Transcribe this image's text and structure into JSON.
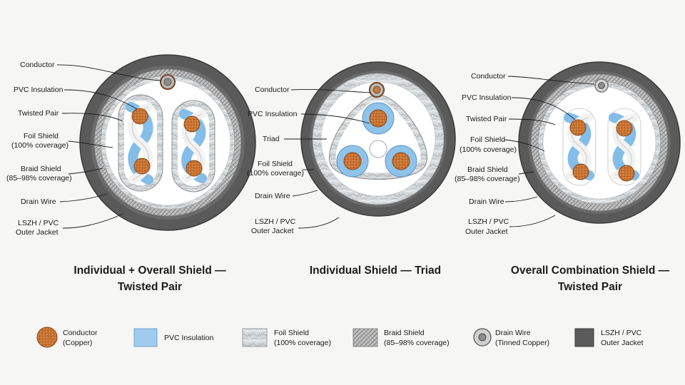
{
  "diagrams": [
    {
      "title_line1": "Individual + Overall Shield —",
      "title_line2": "Twisted Pair",
      "labels": {
        "conductor": "Conductor",
        "insulation": "PVC Insulation",
        "twisted_pair": "Twisted Pair",
        "foil_1": "Foil Shield",
        "foil_2": "(100% coverage)",
        "braid_1": "Braid Shield",
        "braid_2": "(85–98% coverage)",
        "drain": "Drain Wire",
        "jacket_1": "LSZH / PVC",
        "jacket_2": "Outer Jacket"
      }
    },
    {
      "title_line1": "Individual Shield — Triad",
      "labels": {
        "conductor": "Conductor",
        "insulation": "PVC Insulation",
        "triad": "Triad",
        "foil_1": "Foil Shield",
        "foil_2": "(100% coverage)",
        "drain": "Drain Wire",
        "jacket_1": "LSZH / PVC",
        "jacket_2": "Outer Jacket"
      }
    },
    {
      "title_line1": "Overall Combination Shield —",
      "title_line2": "Twisted Pair",
      "labels": {
        "conductor": "Conductor",
        "insulation": "PVC Insulation",
        "twisted_pair": "Twisted Pair",
        "foil_1": "Foil Shield",
        "foil_2": "(100% coverage)",
        "braid_1": "Braid Shield",
        "braid_2": "(85–98% coverage)",
        "drain": "Drain Wire",
        "jacket_1": "LSZH / PVC",
        "jacket_2": "Outer Jacket"
      }
    }
  ],
  "legend": [
    {
      "key": "conductor",
      "line1": "Conductor",
      "line2": "(Copper)"
    },
    {
      "key": "insulation",
      "line1": "PVC Insulation",
      "line2": ""
    },
    {
      "key": "foil",
      "line1": "Foil Shield",
      "line2": "(100% coverage)"
    },
    {
      "key": "braid",
      "line1": "Braid Shield",
      "line2": "(85–98% coverage)"
    },
    {
      "key": "drain",
      "line1": "Drain Wire",
      "line2": "(Tinned Copper)"
    },
    {
      "key": "jacket",
      "line1": "LSZH / PVC",
      "line2": "Outer Jacket"
    }
  ],
  "colors": {
    "background": "#f6f6f4",
    "jacket": "#5b5b5b",
    "jacket_edge": "#3a3a3a",
    "braid": "#b9b9b9",
    "foil": "#cfd3d6",
    "insulation": "#8fc3ea",
    "conductor": "#c9712e",
    "conductor_edge": "#8a4a1a",
    "drain": "#cfcfcf",
    "core_fill": "#ffffff"
  }
}
